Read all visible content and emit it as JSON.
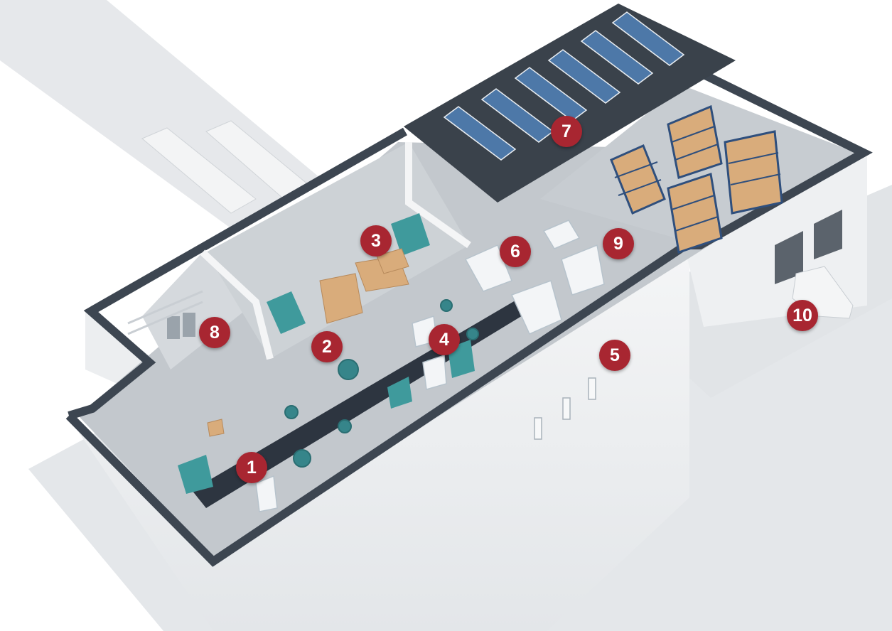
{
  "colors": {
    "marker": "#a82631",
    "wall": "#3d4651",
    "floor": "#b9bfc5",
    "teal": "#3f9a9c",
    "roof": "#3a424b",
    "panel": "#4d78a8",
    "box": "#d9ac7b",
    "rack": "#2f4f7d"
  },
  "markers": [
    {
      "label": "1"
    },
    {
      "label": "2"
    },
    {
      "label": "3"
    },
    {
      "label": "4"
    },
    {
      "label": "5"
    },
    {
      "label": "6"
    },
    {
      "label": "7"
    },
    {
      "label": "8"
    },
    {
      "label": "9"
    },
    {
      "label": "10"
    }
  ]
}
